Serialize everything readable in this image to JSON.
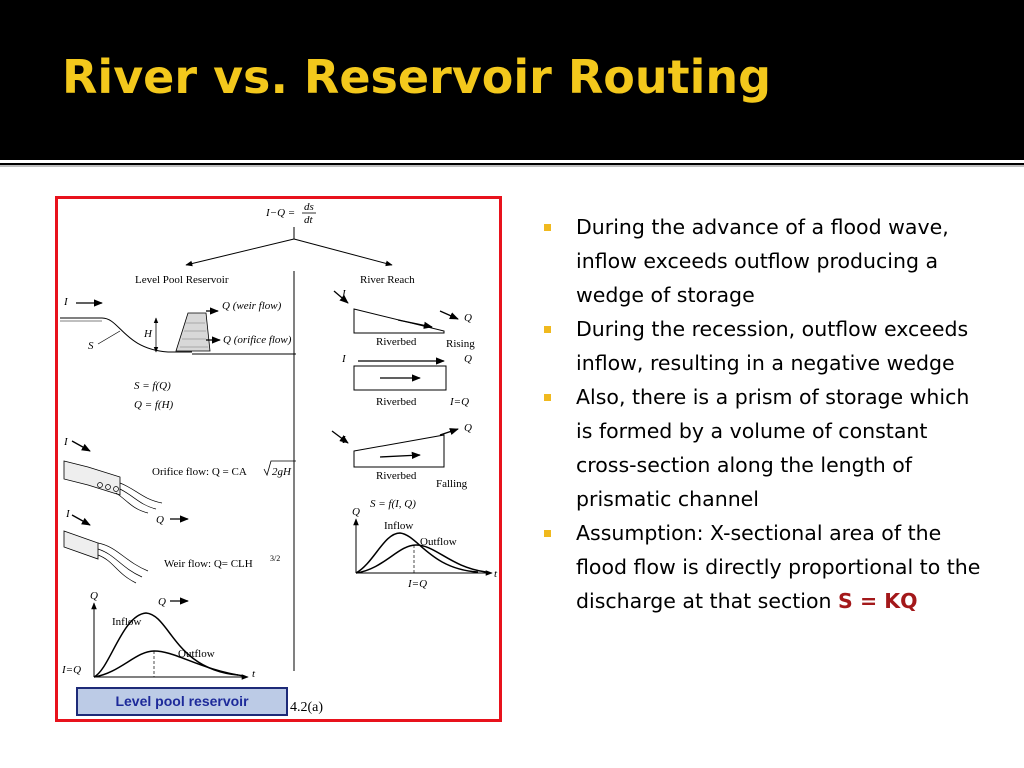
{
  "slide": {
    "title": "River vs. Reservoir Routing"
  },
  "figure": {
    "eq_top_left": "I−Q =",
    "eq_top_num": "ds",
    "eq_top_den": "dt",
    "left_heading": "Level Pool Reservoir",
    "right_heading": "River Reach",
    "weir_flow": "Q (weir flow)",
    "orifice_flow": "Q (orifice flow)",
    "label_I": "I",
    "label_H": "H",
    "label_S": "S",
    "label_Q": "Q",
    "eq_s": "S = f(Q)",
    "eq_q": "Q = f(H)",
    "orifice_eq_prefix": "Orifice flow: Q = CA",
    "orifice_eq_root": "2gH",
    "weir_eq_prefix": "Weir flow: Q= CLH",
    "weir_eq_exp": "3/2",
    "inflow": "Inflow",
    "outflow": "Outflow",
    "axis_iq": "I=Q",
    "axis_t": "t",
    "riverbed": "Riverbed",
    "rising": "Rising",
    "falling": "Falling",
    "iq_label": "I=Q",
    "river_eq": "S = f(I, Q)",
    "figure_number": "4.2(a)"
  },
  "caption": "Level pool reservoir",
  "bullets": [
    {
      "text": "During the advance of a flood wave, inflow exceeds outflow producing a wedge of storage"
    },
    {
      "text": "During the recession, outflow exceeds inflow, resulting in a negative wedge"
    },
    {
      "text": "Also, there is a prism of storage which is formed by a volume of constant cross-section along the length of prismatic channel"
    },
    {
      "text": "Assumption: X-sectional area of the flood flow is directly proportional to  the discharge at that section ",
      "highlight": "S = KQ"
    }
  ],
  "colors": {
    "title": "#f3c81c",
    "frame": "#e8121c",
    "bullet_marker": "#f0b91e",
    "highlight": "#a3181a",
    "caption_fill": "#bccbe6",
    "caption_text": "#1d2a9a"
  }
}
